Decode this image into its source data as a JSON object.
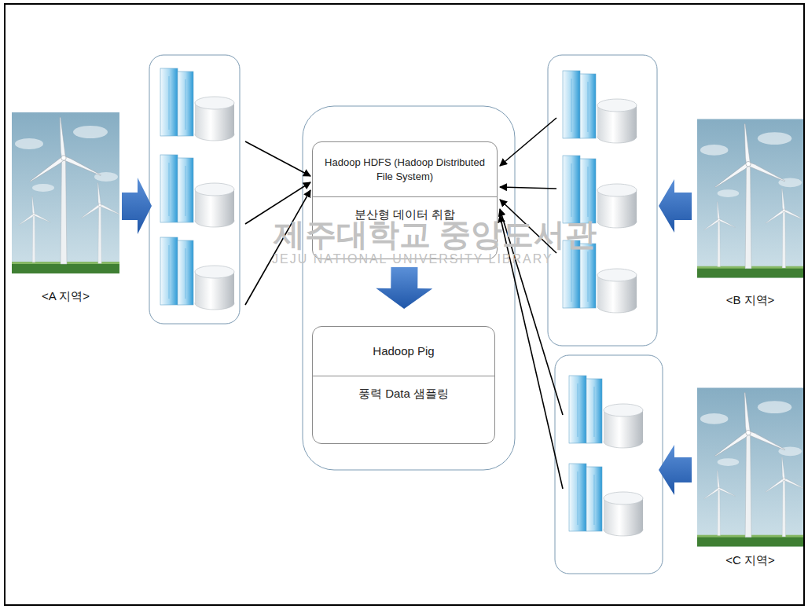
{
  "diagram": {
    "nodes": [
      {
        "text": [
          "<A 지역>"
        ]
      },
      {
        "text": [
          "Hadoop HDFS (Hadoop Distributed File System)",
          "분산형 데이터 취합"
        ]
      },
      {
        "text": [
          "Hadoop Pig",
          "풍력 Data 샘플링"
        ]
      },
      {
        "text": [
          "<B 지역>"
        ]
      },
      {
        "text": [
          "<C 지역>"
        ]
      }
    ],
    "edges": [
      {
        "from": 1,
        "to": 2,
        "arrow": "to"
      }
    ],
    "labels": [
      "제주대학교 중앙도서관",
      "JEJU NATIONAL UNIVERSITY LIBRARY"
    ]
  }
}
